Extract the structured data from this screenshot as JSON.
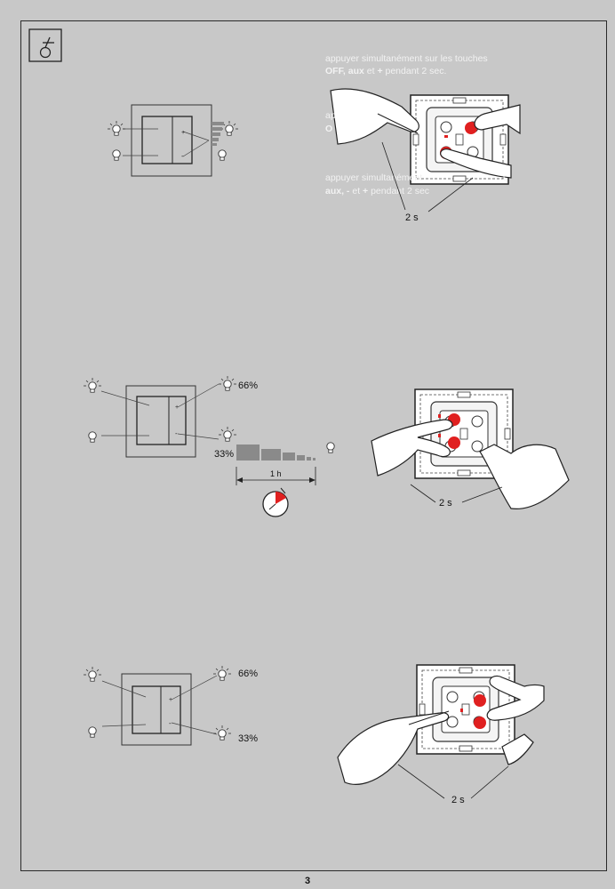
{
  "page_number": "3",
  "step1": {
    "hint_line1": "appuyer simultanément sur les touches",
    "hint_line2_b1": "OFF,",
    "hint_line2_b2": "aux",
    "hint_line2_t1": " et ",
    "hint_line2_b3": "+",
    "hint_line2_t2": " pendant 2 sec.",
    "hint_partial_a": "ap",
    "hint_partial_b": "O",
    "hint2_line1": "appuyer simultanément",
    "hint2_line1_tail": "s",
    "hint2_line2_b1": "aux, -",
    "hint2_line2_t1": "  et ",
    "hint2_line2_b2": "+",
    "hint2_line2_t2": " pendant 2 sec",
    "duration": "2 s"
  },
  "step2": {
    "level_high": "66%",
    "level_low": "33%",
    "timer_label": "1 h",
    "duration": "2 s"
  },
  "step3": {
    "level_high": "66%",
    "level_low": "33%",
    "duration": "2 s"
  },
  "icons": {
    "header": "installer-tool-icon",
    "bulb_on": "lightbulb-on-icon",
    "bulb_off": "lightbulb-off-icon",
    "timer": "stopwatch-icon"
  },
  "colors": {
    "background": "#c8c8c8",
    "line": "#2a2a2a",
    "accent_red": "#e02020",
    "ramp_gray": "#8a8a8a"
  }
}
